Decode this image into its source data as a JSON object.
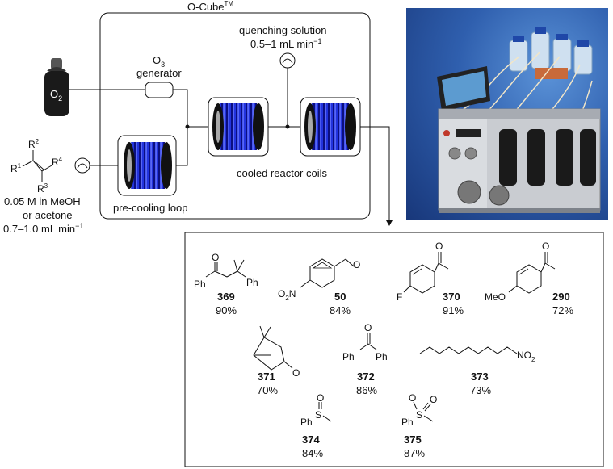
{
  "header": {
    "o_cube": "O-Cube",
    "tm": "TM"
  },
  "apparatus": {
    "o2_label": "O",
    "o2_sub": "2",
    "o3_label": "O",
    "o3_sub": "3",
    "generator_label": "generator",
    "quench_label": "quenching solution",
    "quench_rate_a": "0.5–1 mL min",
    "quench_rate_exp": "−1",
    "cooled_label": "cooled reactor coils",
    "precool_label": "pre-cooling loop"
  },
  "substrate": {
    "r1": "R",
    "r1_num": "1",
    "r2": "R",
    "r2_num": "2",
    "r3": "R",
    "r3_num": "3",
    "r4": "R",
    "r4_num": "4",
    "line1": "0.05 M in MeOH",
    "line2": "or acetone",
    "line3a": "0.7–1.0 mL min",
    "line3_exp": "−1"
  },
  "products": [
    {
      "id": "369",
      "yield": "90%"
    },
    {
      "id": "50",
      "yield": "84%"
    },
    {
      "id": "370",
      "yield": "91%"
    },
    {
      "id": "290",
      "yield": "72%"
    },
    {
      "id": "371",
      "yield": "70%"
    },
    {
      "id": "372",
      "yield": "86%"
    },
    {
      "id": "373",
      "yield": "73%"
    },
    {
      "id": "374",
      "yield": "84%"
    },
    {
      "id": "375",
      "yield": "87%"
    }
  ],
  "atoms": {
    "o": "O",
    "ph": "Ph",
    "f": "F",
    "meo": "MeO",
    "s": "S",
    "no2_n": "NO",
    "no2_sub": "2",
    "o2n_o": "O",
    "o2n_sub": "2",
    "o2n_n": "N"
  },
  "colors": {
    "coil": "#2233dd",
    "coil_dark": "#0b0f80",
    "photo_bg": "#2f5fae"
  }
}
